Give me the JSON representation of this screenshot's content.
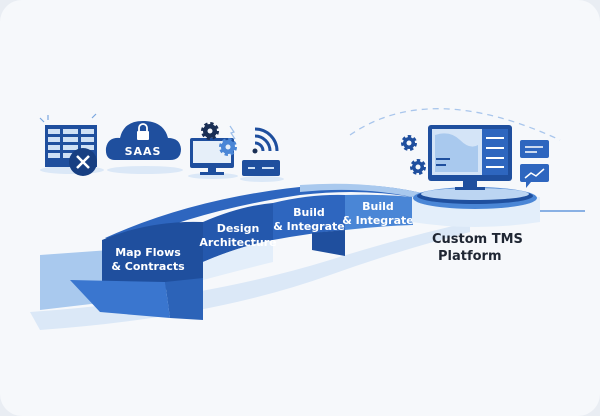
{
  "steps": [
    {
      "line1": "Map Flows",
      "line2": "& Contracts"
    },
    {
      "line1": "Design",
      "line2": "Architecture"
    },
    {
      "line1": "Build",
      "line2": "& Integrate"
    },
    {
      "line1": "Build",
      "line2": "& Integrate"
    }
  ],
  "destination": {
    "line1": "Custom TMS",
    "line2": "Platform"
  },
  "icons": {
    "cloud_label": "SAAS",
    "legacy": [
      "spreadsheet-error-icon",
      "saas-cloud-lock-icon",
      "computer-gears-icon",
      "router-wifi-icon"
    ],
    "target": [
      "monitor-dashboard-icon",
      "gear-icon",
      "chat-settings-icon",
      "chat-chart-icon"
    ]
  },
  "colors": {
    "dark": "#1f4f9e",
    "mid": "#2e66bf",
    "light": "#4a86d6",
    "pale": "#d6e6f8"
  }
}
